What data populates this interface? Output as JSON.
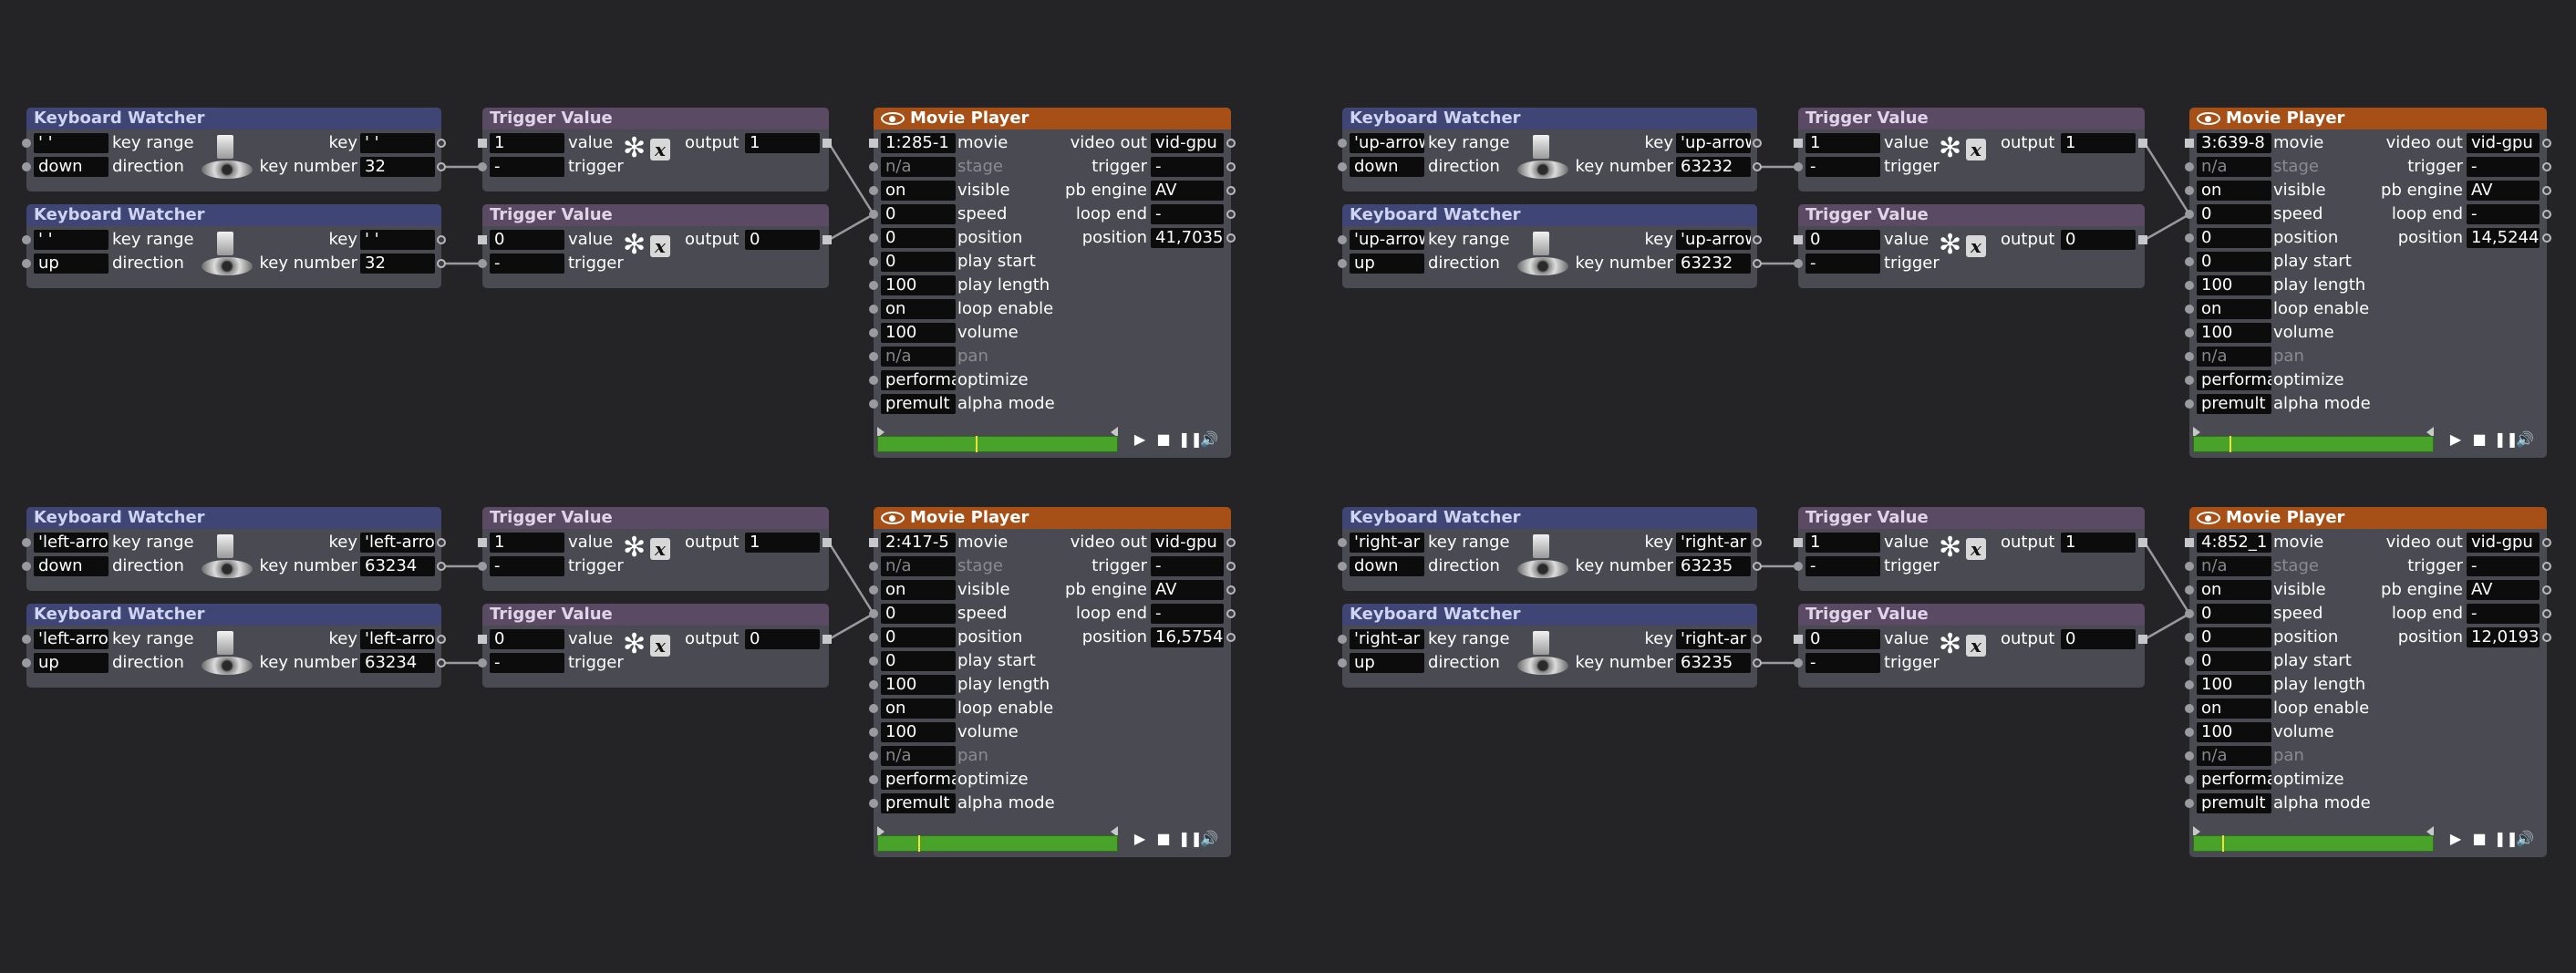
{
  "colors": {
    "background": "#242426",
    "keyboard_watcher_header": "#3f4575",
    "trigger_value_header": "#5b4a63",
    "movie_player_header": "#a64f17",
    "actor_body": "#4a4b52",
    "field_bg": "#0c0c0c",
    "scrub_bar": "#49a22a",
    "wire": "#9a9a9e"
  },
  "groups": [
    {
      "keyboard_watchers": [
        {
          "title": "Keyboard Watcher",
          "key_range": "' '",
          "direction": "down",
          "key": "' '",
          "key_number": "32",
          "labels": {
            "key_range": "key range",
            "direction": "direction",
            "key": "key",
            "key_number": "key number"
          }
        },
        {
          "title": "Keyboard Watcher",
          "key_range": "' '",
          "direction": "up",
          "key": "' '",
          "key_number": "32",
          "labels": {
            "key_range": "key range",
            "direction": "direction",
            "key": "key",
            "key_number": "key number"
          }
        }
      ],
      "trigger_values": [
        {
          "title": "Trigger Value",
          "value": "1",
          "trigger": "-",
          "output": "1",
          "labels": {
            "value": "value",
            "trigger": "trigger",
            "output": "output"
          }
        },
        {
          "title": "Trigger Value",
          "value": "0",
          "trigger": "-",
          "output": "0",
          "labels": {
            "value": "value",
            "trigger": "trigger",
            "output": "output"
          }
        }
      ],
      "movie_player": {
        "title": "Movie Player",
        "inputs": [
          {
            "value": "1:285-1",
            "label": "movie",
            "dim": false
          },
          {
            "value": "n/a",
            "label": "stage",
            "dim": true
          },
          {
            "value": "on",
            "label": "visible",
            "dim": false
          },
          {
            "value": "0",
            "label": "speed",
            "dim": false
          },
          {
            "value": "0",
            "label": "position",
            "dim": false
          },
          {
            "value": "0",
            "label": "play start",
            "dim": false
          },
          {
            "value": "100",
            "label": "play length",
            "dim": false
          },
          {
            "value": "on",
            "label": "loop enable",
            "dim": false
          },
          {
            "value": "100",
            "label": "volume",
            "dim": false
          },
          {
            "value": "n/a",
            "label": "pan",
            "dim": true
          },
          {
            "value": "performa",
            "label": "optimize",
            "dim": false
          },
          {
            "value": "premult",
            "label": "alpha mode",
            "dim": false
          }
        ],
        "outputs": [
          {
            "label": "video out",
            "value": "vid-gpu"
          },
          {
            "label": "trigger",
            "value": "-"
          },
          {
            "label": "pb engine",
            "value": "AV"
          },
          {
            "label": "loop end",
            "value": "-"
          },
          {
            "label": "position",
            "value": "41,7035"
          }
        ],
        "playhead_fraction": 0.41,
        "transport": {
          "play": "▶",
          "stop": "■",
          "pause": "❚❚",
          "volume": "🔊"
        }
      }
    },
    {
      "keyboard_watchers": [
        {
          "title": "Keyboard Watcher",
          "key_range": "'up-arrow",
          "direction": "down",
          "key": "'up-arrow",
          "key_number": "63232",
          "labels": {
            "key_range": "key range",
            "direction": "direction",
            "key": "key",
            "key_number": "key number"
          }
        },
        {
          "title": "Keyboard Watcher",
          "key_range": "'up-arrow",
          "direction": "up",
          "key": "'up-arrow",
          "key_number": "63232",
          "labels": {
            "key_range": "key range",
            "direction": "direction",
            "key": "key",
            "key_number": "key number"
          }
        }
      ],
      "trigger_values": [
        {
          "title": "Trigger Value",
          "value": "1",
          "trigger": "-",
          "output": "1",
          "labels": {
            "value": "value",
            "trigger": "trigger",
            "output": "output"
          }
        },
        {
          "title": "Trigger Value",
          "value": "0",
          "trigger": "-",
          "output": "0",
          "labels": {
            "value": "value",
            "trigger": "trigger",
            "output": "output"
          }
        }
      ],
      "movie_player": {
        "title": "Movie Player",
        "inputs": [
          {
            "value": "3:639-8",
            "label": "movie",
            "dim": false
          },
          {
            "value": "n/a",
            "label": "stage",
            "dim": true
          },
          {
            "value": "on",
            "label": "visible",
            "dim": false
          },
          {
            "value": "0",
            "label": "speed",
            "dim": false
          },
          {
            "value": "0",
            "label": "position",
            "dim": false
          },
          {
            "value": "0",
            "label": "play start",
            "dim": false
          },
          {
            "value": "100",
            "label": "play length",
            "dim": false
          },
          {
            "value": "on",
            "label": "loop enable",
            "dim": false
          },
          {
            "value": "100",
            "label": "volume",
            "dim": false
          },
          {
            "value": "n/a",
            "label": "pan",
            "dim": true
          },
          {
            "value": "performa",
            "label": "optimize",
            "dim": false
          },
          {
            "value": "premult",
            "label": "alpha mode",
            "dim": false
          }
        ],
        "outputs": [
          {
            "label": "video out",
            "value": "vid-gpu"
          },
          {
            "label": "trigger",
            "value": "-"
          },
          {
            "label": "pb engine",
            "value": "AV"
          },
          {
            "label": "loop end",
            "value": "-"
          },
          {
            "label": "position",
            "value": "14,5244"
          }
        ],
        "playhead_fraction": 0.15,
        "transport": {
          "play": "▶",
          "stop": "■",
          "pause": "❚❚",
          "volume": "🔊"
        }
      }
    },
    {
      "keyboard_watchers": [
        {
          "title": "Keyboard Watcher",
          "key_range": "'left-arro",
          "direction": "down",
          "key": "'left-arro",
          "key_number": "63234",
          "labels": {
            "key_range": "key range",
            "direction": "direction",
            "key": "key",
            "key_number": "key number"
          }
        },
        {
          "title": "Keyboard Watcher",
          "key_range": "'left-arro",
          "direction": "up",
          "key": "'left-arro",
          "key_number": "63234",
          "labels": {
            "key_range": "key range",
            "direction": "direction",
            "key": "key",
            "key_number": "key number"
          }
        }
      ],
      "trigger_values": [
        {
          "title": "Trigger Value",
          "value": "1",
          "trigger": "-",
          "output": "1",
          "labels": {
            "value": "value",
            "trigger": "trigger",
            "output": "output"
          }
        },
        {
          "title": "Trigger Value",
          "value": "0",
          "trigger": "-",
          "output": "0",
          "labels": {
            "value": "value",
            "trigger": "trigger",
            "output": "output"
          }
        }
      ],
      "movie_player": {
        "title": "Movie Player",
        "inputs": [
          {
            "value": "2:417-5",
            "label": "movie",
            "dim": false
          },
          {
            "value": "n/a",
            "label": "stage",
            "dim": true
          },
          {
            "value": "on",
            "label": "visible",
            "dim": false
          },
          {
            "value": "0",
            "label": "speed",
            "dim": false
          },
          {
            "value": "0",
            "label": "position",
            "dim": false
          },
          {
            "value": "0",
            "label": "play start",
            "dim": false
          },
          {
            "value": "100",
            "label": "play length",
            "dim": false
          },
          {
            "value": "on",
            "label": "loop enable",
            "dim": false
          },
          {
            "value": "100",
            "label": "volume",
            "dim": false
          },
          {
            "value": "n/a",
            "label": "pan",
            "dim": true
          },
          {
            "value": "performa",
            "label": "optimize",
            "dim": false
          },
          {
            "value": "premult",
            "label": "alpha mode",
            "dim": false
          }
        ],
        "outputs": [
          {
            "label": "video out",
            "value": "vid-gpu"
          },
          {
            "label": "trigger",
            "value": "-"
          },
          {
            "label": "pb engine",
            "value": "AV"
          },
          {
            "label": "loop end",
            "value": "-"
          },
          {
            "label": "position",
            "value": "16,5754"
          }
        ],
        "playhead_fraction": 0.17,
        "transport": {
          "play": "▶",
          "stop": "■",
          "pause": "❚❚",
          "volume": "🔊"
        }
      }
    },
    {
      "keyboard_watchers": [
        {
          "title": "Keyboard Watcher",
          "key_range": "'right-ar",
          "direction": "down",
          "key": "'right-ar",
          "key_number": "63235",
          "labels": {
            "key_range": "key range",
            "direction": "direction",
            "key": "key",
            "key_number": "key number"
          }
        },
        {
          "title": "Keyboard Watcher",
          "key_range": "'right-ar",
          "direction": "up",
          "key": "'right-ar",
          "key_number": "63235",
          "labels": {
            "key_range": "key range",
            "direction": "direction",
            "key": "key",
            "key_number": "key number"
          }
        }
      ],
      "trigger_values": [
        {
          "title": "Trigger Value",
          "value": "1",
          "trigger": "-",
          "output": "1",
          "labels": {
            "value": "value",
            "trigger": "trigger",
            "output": "output"
          }
        },
        {
          "title": "Trigger Value",
          "value": "0",
          "trigger": "-",
          "output": "0",
          "labels": {
            "value": "value",
            "trigger": "trigger",
            "output": "output"
          }
        }
      ],
      "movie_player": {
        "title": "Movie Player",
        "inputs": [
          {
            "value": "4:852_1",
            "label": "movie",
            "dim": false
          },
          {
            "value": "n/a",
            "label": "stage",
            "dim": true
          },
          {
            "value": "on",
            "label": "visible",
            "dim": false
          },
          {
            "value": "0",
            "label": "speed",
            "dim": false
          },
          {
            "value": "0",
            "label": "position",
            "dim": false
          },
          {
            "value": "0",
            "label": "play start",
            "dim": false
          },
          {
            "value": "100",
            "label": "play length",
            "dim": false
          },
          {
            "value": "on",
            "label": "loop enable",
            "dim": false
          },
          {
            "value": "100",
            "label": "volume",
            "dim": false
          },
          {
            "value": "n/a",
            "label": "pan",
            "dim": true
          },
          {
            "value": "performa",
            "label": "optimize",
            "dim": false
          },
          {
            "value": "premult",
            "label": "alpha mode",
            "dim": false
          }
        ],
        "outputs": [
          {
            "label": "video out",
            "value": "vid-gpu"
          },
          {
            "label": "trigger",
            "value": "-"
          },
          {
            "label": "pb engine",
            "value": "AV"
          },
          {
            "label": "loop end",
            "value": "-"
          },
          {
            "label": "position",
            "value": "12,0193"
          }
        ],
        "playhead_fraction": 0.12,
        "transport": {
          "play": "▶",
          "stop": "■",
          "pause": "❚❚",
          "volume": "🔊"
        }
      }
    }
  ]
}
